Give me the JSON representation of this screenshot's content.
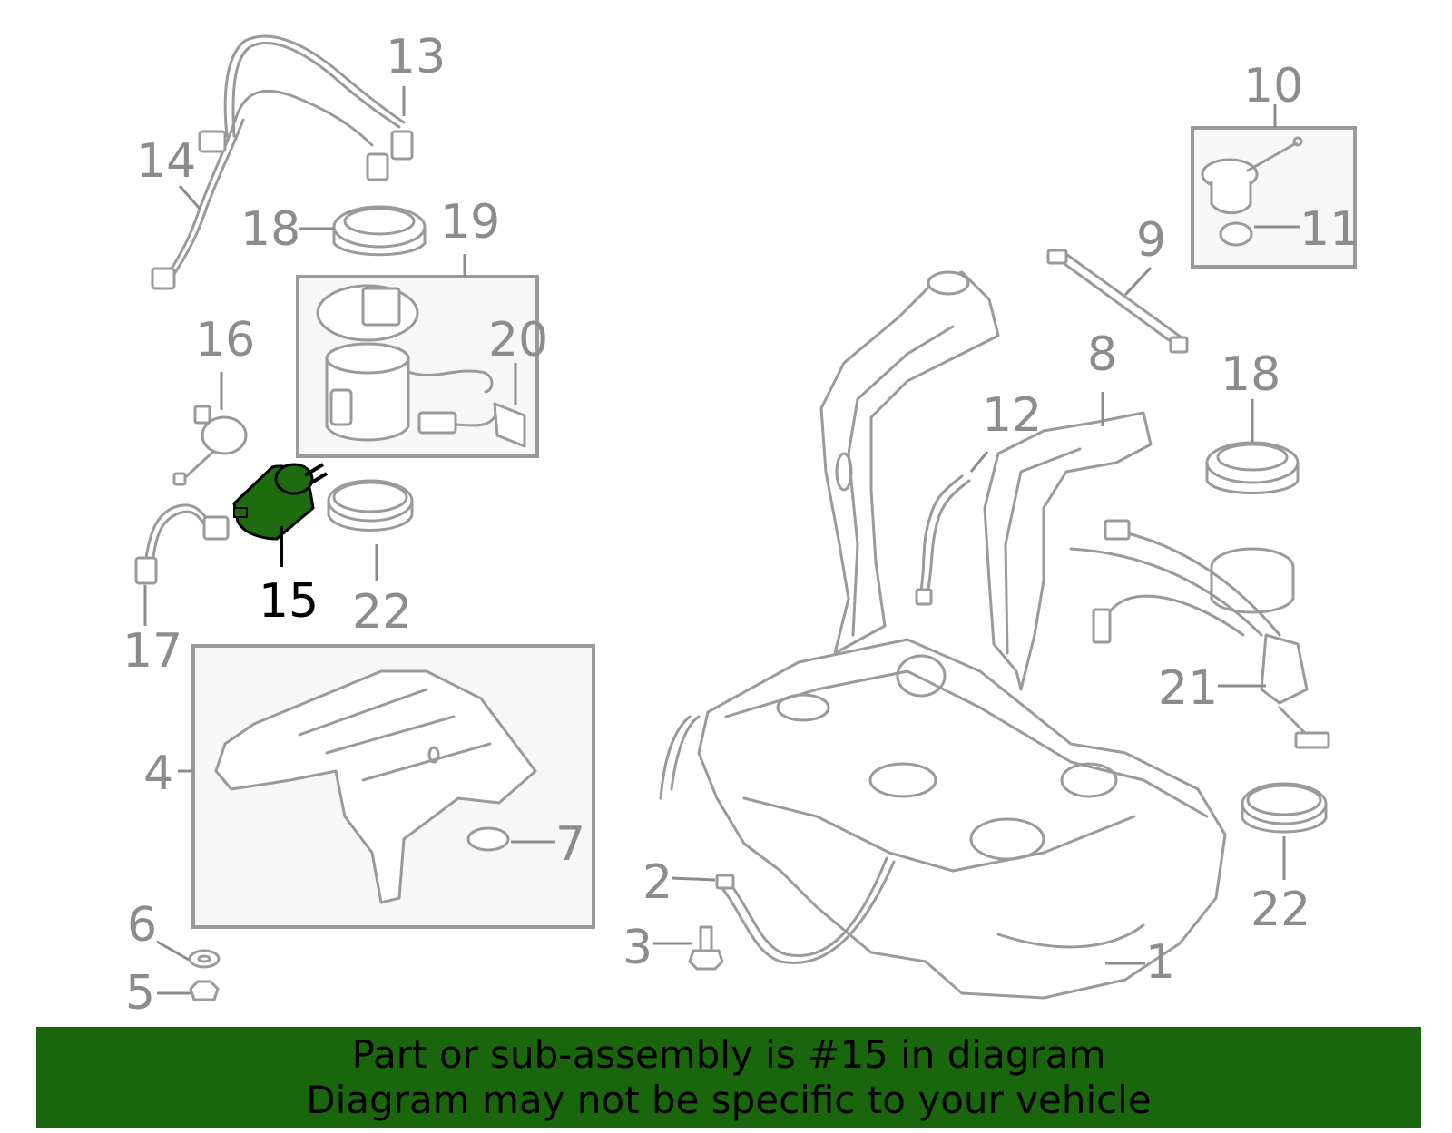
{
  "callouts": {
    "n1": "1",
    "n2": "2",
    "n3": "3",
    "n4": "4",
    "n5": "5",
    "n6": "6",
    "n7": "7",
    "n8": "8",
    "n9": "9",
    "n10": "10",
    "n11": "11",
    "n12": "12",
    "n13": "13",
    "n14": "14",
    "n15": "15",
    "n16": "16",
    "n17": "17",
    "n18a": "18",
    "n18b": "18",
    "n19": "19",
    "n20": "20",
    "n21": "21",
    "n22a": "22",
    "n22b": "22"
  },
  "highlighted_part": "15",
  "colors": {
    "highlight_fill": "#1f6b0f",
    "banner_bg": "#1a660d",
    "line_gray": "#9a9a9a",
    "label_gray": "#8c8c8c"
  },
  "banner": {
    "line1": "Part or sub-assembly is #15 in diagram",
    "line2": "Diagram may not be specific to your vehicle"
  }
}
